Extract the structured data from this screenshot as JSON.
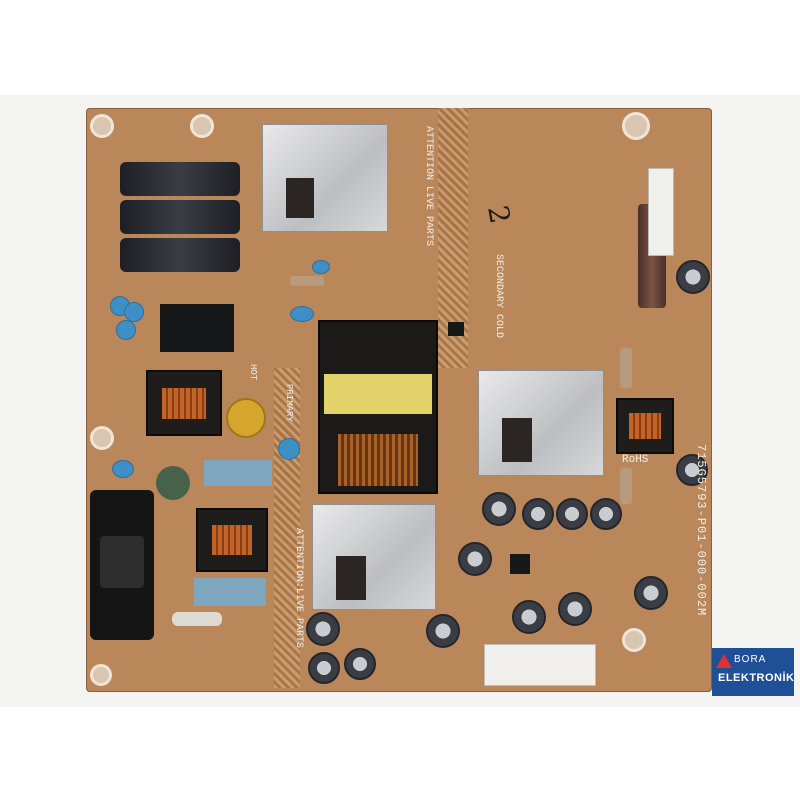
{
  "image": {
    "subject": "PCB",
    "accent_colors": {
      "board": "#b9875a",
      "silkscreen": "#f2eee6",
      "logo_bg": "#1f4f97"
    }
  },
  "board_text": {
    "part_number": "715G5793-P01-000-002M",
    "attention_live_parts_top": "ATTENTION LIVE PARTS",
    "attention_live_parts_bottom": "ATTENTION:LIVE PARTS",
    "secondary_cold": "SECONDARY COLD",
    "primary": "PRIMARY",
    "hot": "HOT",
    "rohs": "RoHS",
    "hand_mark": "2"
  },
  "logo": {
    "line1": "BORA",
    "line2": "ELEKTRONİK"
  }
}
